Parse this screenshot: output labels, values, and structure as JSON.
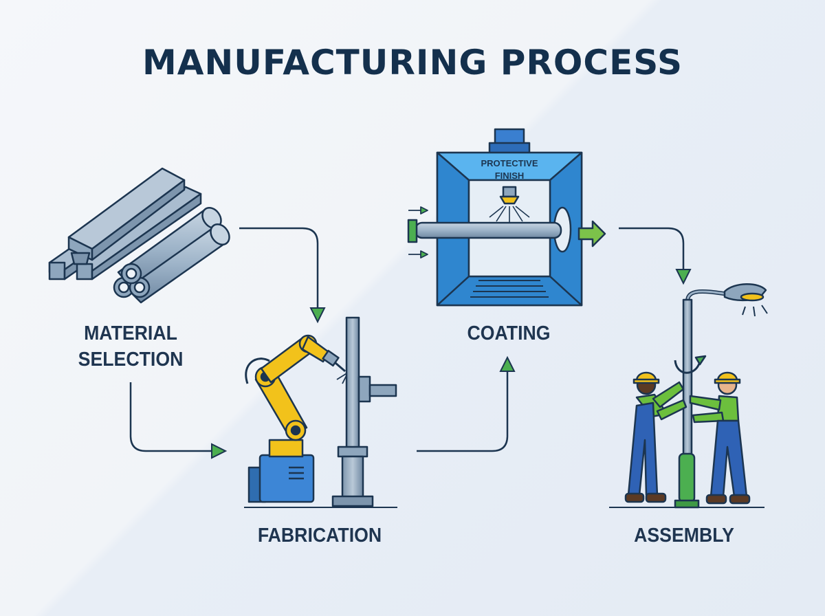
{
  "title": "MANUFACTURING PROCESS",
  "steps": [
    {
      "label_line1": "MATERIAL",
      "label_line2": "SELECTION",
      "icon": "steel-beams-and-pipes-icon"
    },
    {
      "label": "FABRICATION",
      "icon": "robotic-welding-arm-icon"
    },
    {
      "label": "COATING",
      "icon": "spray-coating-booth-icon"
    },
    {
      "label": "ASSEMBLY",
      "icon": "workers-installing-street-light-icon"
    }
  ],
  "booth_sign": {
    "line1": "PROTECTIVE",
    "line2": "FINISH"
  },
  "colors": {
    "title": "#14304d",
    "outline": "#1c3550",
    "steel": "#8ea6bd",
    "robot_yellow": "#f2c21b",
    "booth_blue": "#3aa0e8",
    "arrow_green": "#4caf50",
    "worker_green": "#6cbf3d",
    "worker_blue": "#2f62b5"
  }
}
